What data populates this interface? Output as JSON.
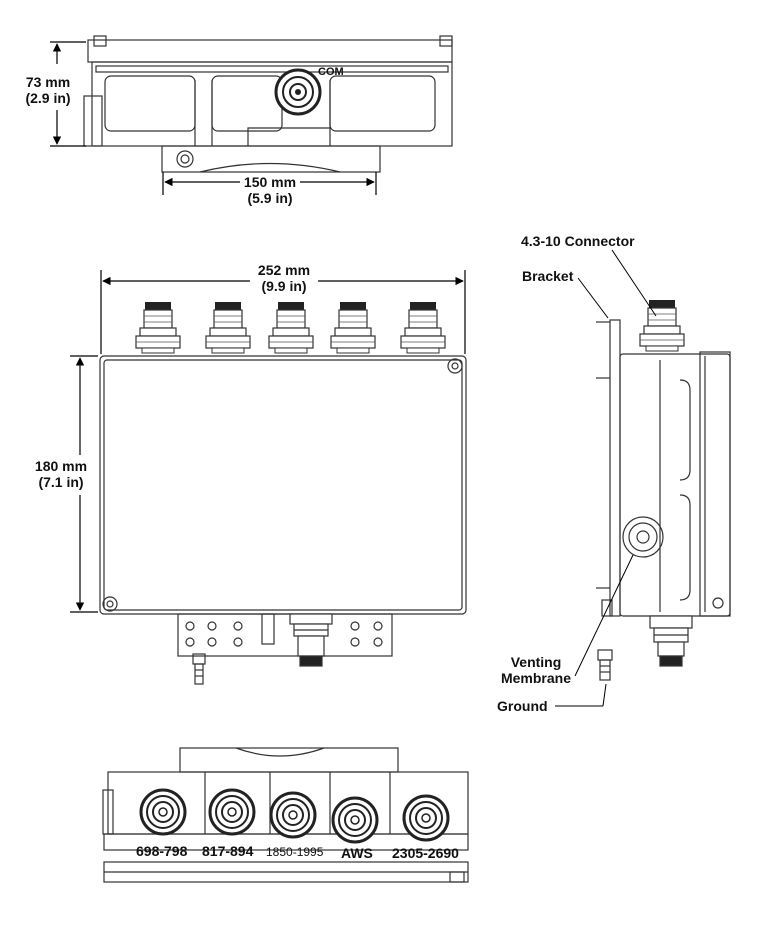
{
  "top_view": {
    "height_mm": "73 mm",
    "height_in": "(2.9 in)",
    "width_mm": "150 mm",
    "width_in": "(5.9 in)",
    "com_label": "COM"
  },
  "front_view": {
    "width_mm": "252 mm",
    "width_in": "(9.9 in)",
    "height_mm": "180 mm",
    "height_in": "(7.1 in)"
  },
  "side_view": {
    "connector_label": "4.3-10 Connector",
    "bracket_label": "Bracket",
    "venting_line1": "Venting",
    "venting_line2": "Membrane",
    "ground_label": "Ground"
  },
  "bottom_view": {
    "bands": [
      "698-798",
      "817-894",
      "1850-1995",
      "AWS",
      "2305-2690"
    ]
  }
}
